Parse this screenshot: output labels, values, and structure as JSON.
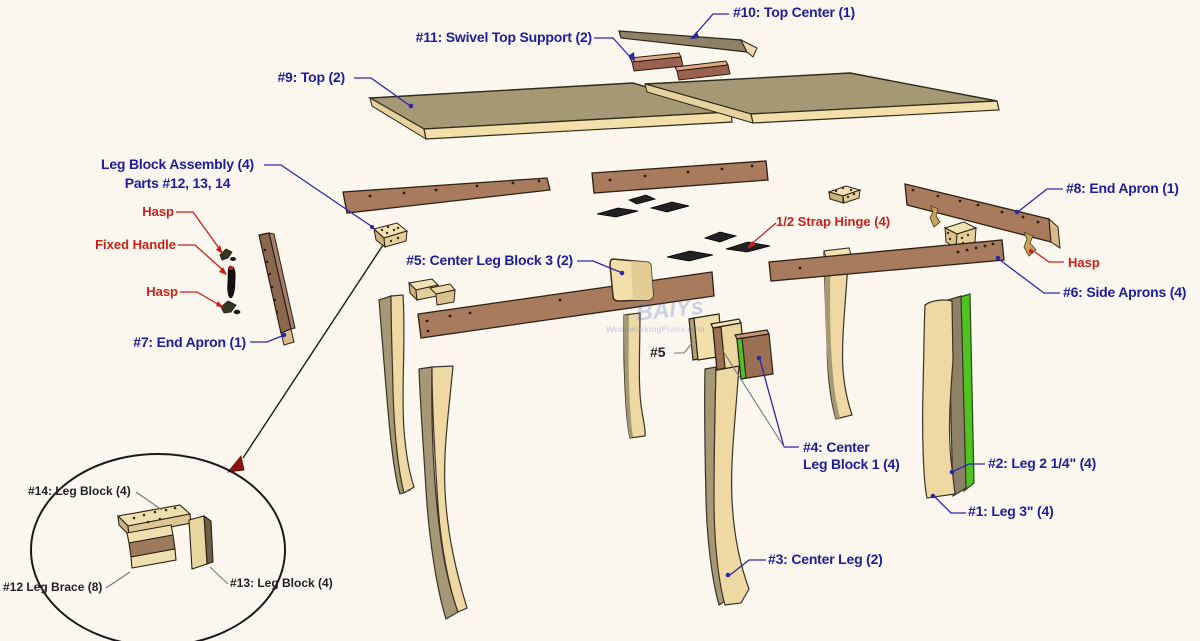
{
  "diagram": {
    "type": "exploded-parts-diagram",
    "subject": "drop-leaf table exploded assembly view",
    "background_color": "#fbf7ef",
    "colors": {
      "label_blue": "#1c1c9e",
      "label_red": "#cc2018",
      "label_black": "#222222",
      "wood_light_tan": "#eed9a4",
      "wood_top_khaki": "#a59874",
      "wood_apron_brown": "#a97b5e",
      "hinge_black": "#222222",
      "leg_strip_green": "#4fc421",
      "inset_arrow_dark_red": "#8c1410"
    },
    "labels": {
      "l10": "#10: Top Center (1)",
      "l11": "#11: Swivel Top Support (2)",
      "l9": "#9: Top (2)",
      "lba1": "Leg Block Assembly (4)",
      "lba2": "Parts #12, 13, 14",
      "hasp_upper": "Hasp",
      "fixed_handle": "Fixed Handle",
      "hasp_lower": "Hasp",
      "l7": "#7: End Apron (1)",
      "l5_full": "#5: Center Leg Block 3 (2)",
      "strap_hinge": "1/2 Strap Hinge (4)",
      "l8": "#8: End Apron (1)",
      "hasp_right": "Hasp",
      "l6": "#6: Side Aprons (4)",
      "l5_short": "#5",
      "l4a": "#4: Center",
      "l4b": "Leg Block 1 (4)",
      "l2": "#2: Leg 2 1/4\" (4)",
      "l1": "#1: Leg 3\" (4)",
      "l3": "#3: Center Leg (2)",
      "l14": "#14: Leg Block (4)",
      "l12": "#12 Leg Brace (8)",
      "l13": "#13: Leg Block (4)"
    },
    "watermark": {
      "logo": "BAIYs",
      "text": "WoodworkingPlans.com"
    }
  }
}
